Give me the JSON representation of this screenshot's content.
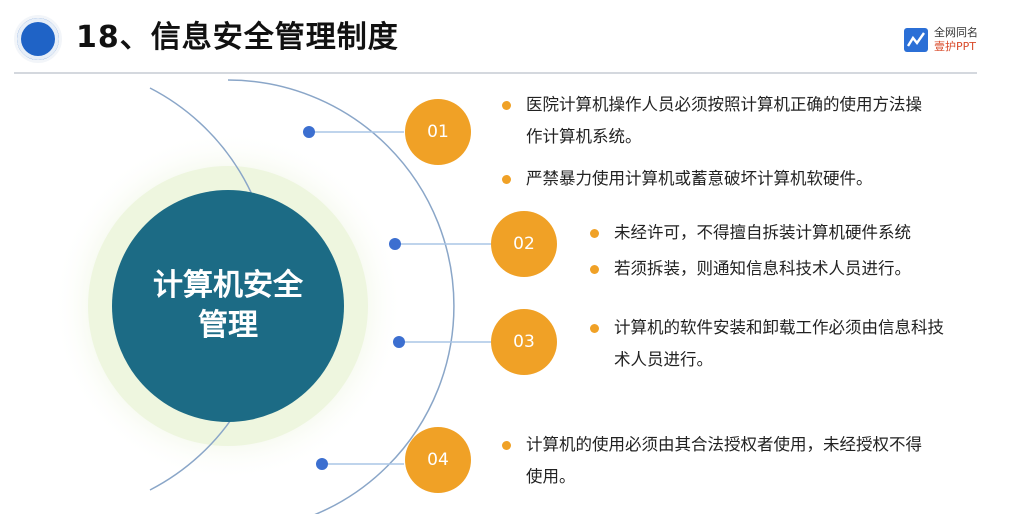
{
  "header": {
    "title": "18、信息安全管理制度",
    "logo_line1": "全网同名",
    "logo_line2": "壹护PPT"
  },
  "center": {
    "label": "计算机安全管理"
  },
  "items": [
    {
      "number": "01",
      "bullets": [
        [
          "医院计算机操作人员必须按照计算机正确的使用方法操",
          "作计算机系统。"
        ],
        [
          "严禁暴力使用计算机或蓄意破坏计算机软硬件。"
        ]
      ]
    },
    {
      "number": "02",
      "bullets": [
        [
          "未经许可，不得擅自拆装计算机硬件系统"
        ],
        [
          "若须拆装，则通知信息科技术人员进行。"
        ]
      ]
    },
    {
      "number": "03",
      "bullets": [
        [
          "计算机的软件安装和卸载工作必须由信息科技",
          "术人员进行。"
        ]
      ]
    },
    {
      "number": "04",
      "bullets": [
        [
          "计算机的使用必须由其合法授权者使用，未经授权不得",
          "使用。"
        ]
      ]
    }
  ],
  "colors": {
    "accent_orange": "#f0a126",
    "center_teal": "#1c6b85",
    "title_dot_blue": "#1f63c6",
    "node_blue": "#3c6fd0"
  }
}
